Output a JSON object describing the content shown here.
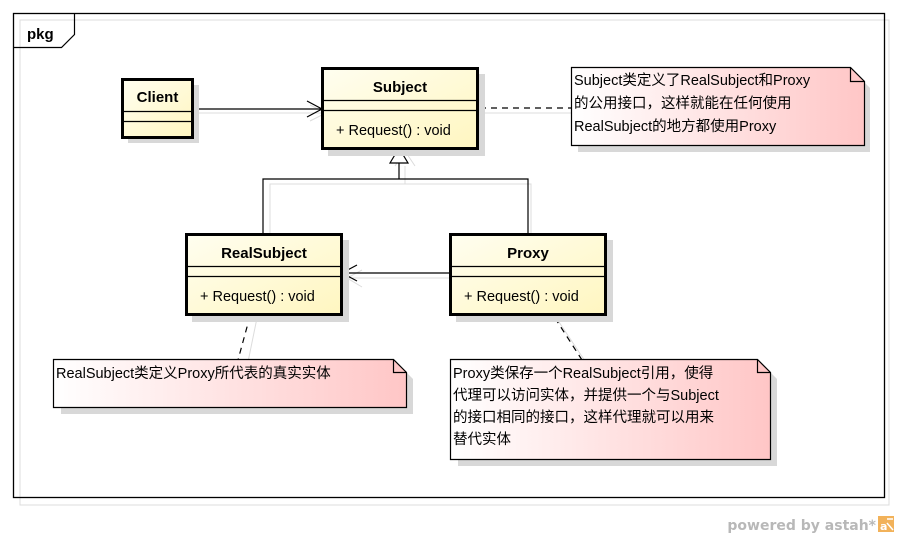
{
  "package": {
    "label": "pkg"
  },
  "classes": {
    "client": {
      "name": "Client",
      "operation": ""
    },
    "subject": {
      "name": "Subject",
      "operation": "+ Request() : void"
    },
    "realsubject": {
      "name": "RealSubject",
      "operation": "+ Request() : void"
    },
    "proxy": {
      "name": "Proxy",
      "operation": "+ Request() : void"
    }
  },
  "notes": {
    "subject_note": {
      "lines": [
        "Subject类定义了RealSubject和Proxy",
        "的公用接口，这样就能在任何使用",
        "RealSubject的地方都使用Proxy"
      ]
    },
    "realsubject_note": {
      "lines": [
        "RealSubject类定义Proxy所代表的真实实体"
      ]
    },
    "proxy_note": {
      "lines": [
        "Proxy类保存一个RealSubject引用，使得",
        "代理可以访问实体，并提供一个与Subject",
        "的接口相同的接口，这样代理就可以用来",
        "替代实体"
      ]
    }
  },
  "relationships": [
    {
      "type": "association",
      "from": "Client",
      "to": "Subject"
    },
    {
      "type": "generalization",
      "from": "RealSubject",
      "to": "Subject"
    },
    {
      "type": "generalization",
      "from": "Proxy",
      "to": "Subject"
    },
    {
      "type": "association",
      "from": "Proxy",
      "to": "RealSubject"
    }
  ],
  "colors": {
    "class_fill_start": "#fffde8",
    "class_fill_end": "#fff8c8",
    "note_fill_start": "#ffffff",
    "note_fill_end": "#ffc8c8",
    "shadow": "#d8d8d8",
    "stroke": "#000000"
  },
  "watermark": {
    "text": "powered by astah*"
  }
}
